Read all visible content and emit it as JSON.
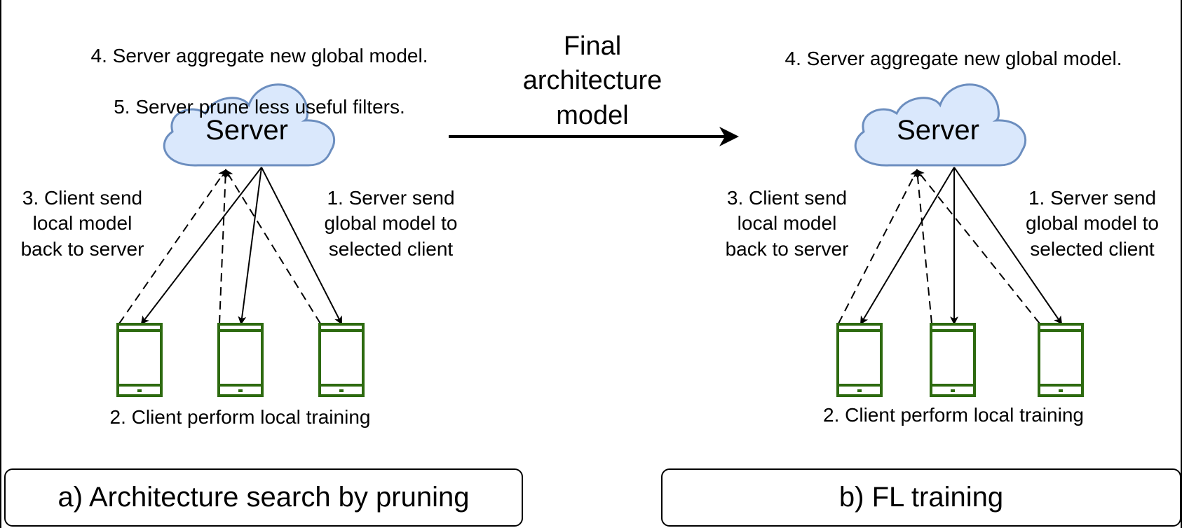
{
  "left_panel": {
    "server_label": "Server",
    "top_steps": [
      "4. Server aggregate new global model.",
      "5. Server prune less useful filters."
    ],
    "left_step": "3. Client send\nlocal model\nback to server",
    "right_step": "1. Server send\nglobal model to\nselected client",
    "bottom_step": "2. Client perform local training",
    "caption": "a) Architecture search by pruning"
  },
  "middle": {
    "label": "Final\narchitecture\nmodel"
  },
  "right_panel": {
    "server_label": "Server",
    "top_step": "4. Server aggregate new global model.",
    "left_step": "3. Client send\nlocal model\nback to server",
    "right_step": "1. Server send\nglobal model to\nselected client",
    "bottom_step": "2. Client perform local training",
    "caption": "b) FL training"
  },
  "colors": {
    "cloud_fill": "#dae8fc",
    "cloud_stroke": "#6c8ebf",
    "device_stroke": "#2d6a0f"
  }
}
